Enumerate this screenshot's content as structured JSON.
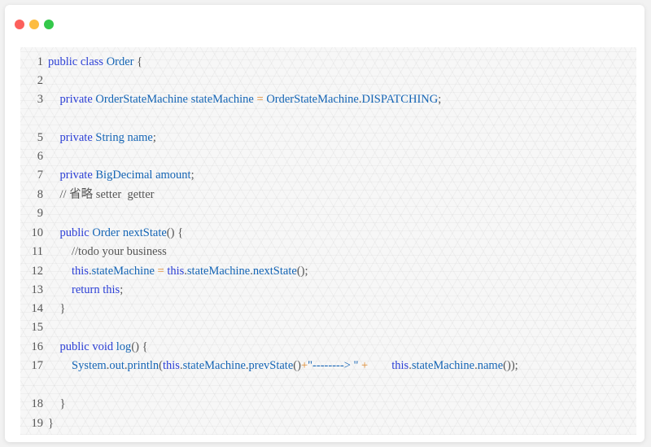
{
  "window": {
    "controls": {
      "close_color": "#fc605c",
      "minimize_color": "#fdbc40",
      "maximize_color": "#34c84a"
    }
  },
  "code": {
    "lines": [
      {
        "num": "1"
      },
      {
        "num": "2"
      },
      {
        "num": "3"
      },
      {
        "num": "5"
      },
      {
        "num": "6"
      },
      {
        "num": "7"
      },
      {
        "num": "8"
      },
      {
        "num": "9"
      },
      {
        "num": "10"
      },
      {
        "num": "11"
      },
      {
        "num": "12"
      },
      {
        "num": "13"
      },
      {
        "num": "14"
      },
      {
        "num": "15"
      },
      {
        "num": "16"
      },
      {
        "num": "17"
      },
      {
        "num": "18"
      },
      {
        "num": "19"
      }
    ],
    "tokens": {
      "l1": [
        "public",
        "class",
        "Order",
        "{"
      ],
      "l3": [
        "private",
        "OrderStateMachine",
        "stateMachine",
        "=",
        "OrderStateMachine",
        ".",
        "DISPATCHING",
        ";"
      ],
      "l5": [
        "private",
        "String",
        "name",
        ";"
      ],
      "l7": [
        "private",
        "BigDecimal",
        "amount",
        ";"
      ],
      "l8": [
        "// 省略 setter  getter"
      ],
      "l10": [
        "public",
        "Order",
        "nextState",
        "() {"
      ],
      "l11": [
        "//todo your business"
      ],
      "l12": [
        "this",
        ".",
        "stateMachine",
        "=",
        "this",
        ".",
        "stateMachine",
        ".",
        "nextState",
        "();"
      ],
      "l13": [
        "return",
        "this",
        ";"
      ],
      "l14": [
        "}"
      ],
      "l16": [
        "public",
        "void",
        "log",
        "() {"
      ],
      "l17": [
        "System",
        ".",
        "out",
        ".",
        "println",
        "(",
        "this",
        ".",
        "stateMachine",
        ".",
        "prevState",
        "()",
        "+",
        "\"--------> \"",
        "+",
        "this",
        ".",
        "stateMachine",
        ".",
        "name",
        "());"
      ],
      "l18": [
        "}"
      ],
      "l19": [
        "}"
      ]
    }
  }
}
